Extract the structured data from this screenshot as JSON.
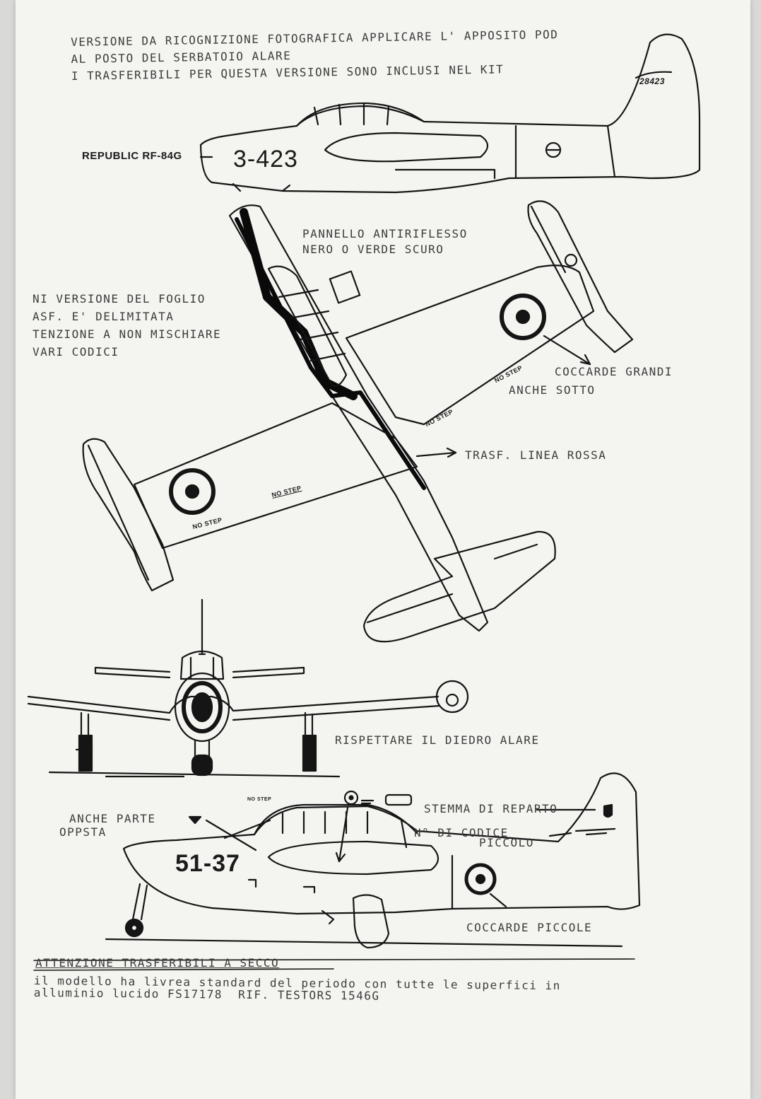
{
  "intro": {
    "line1": "VERSIONE DA RICOGNIZIONE FOTOGRAFICA APPLICARE L' APPOSITO POD",
    "line2": "AL POSTO DEL SERBATOIO ALARE",
    "line3": "I TRASFERIBILI PER QUESTA VERSIONE SONO INCLUSI NEL KIT"
  },
  "side_view_top": {
    "aircraft_label": "REPUBLIC RF-84G",
    "fuselage_code": "3-423",
    "tail_serial": "28423"
  },
  "top_view": {
    "panel_note_line1": "PANNELLO ANTIRIFLESSO",
    "panel_note_line2": "NERO O VERDE SCURO",
    "left_note_line1": "NI VERSIONE DEL FOGLIO",
    "left_note_line2": "ASF. E' DELIMITATA",
    "left_note_line3": "TENZIONE A NON MISCHIARE",
    "left_note_line4": "VARI CODICI",
    "roundel_note_line1": "COCCARDE GRANDI",
    "roundel_note_line2": "ANCHE SOTTO",
    "red_line_note": "TRASF. LINEA ROSSA",
    "no_step": "NO STEP"
  },
  "front_view": {
    "dihedral_note": "RISPETTARE IL DIEDRO ALARE"
  },
  "side_view_bottom": {
    "fuselage_code": "51-37",
    "other_side_line1": "ANCHE PARTE",
    "other_side_line2": "OPPSTA",
    "crest_note": "STEMMA DI REPARTO",
    "code_note_line1": "N° DI CODICE",
    "code_note_line2": "PICCOLO",
    "roundel_note": "COCCARDE PICCOLE",
    "no_step": "NO STEP"
  },
  "footer": {
    "heading": "ATTENZIONE TRASFERIBILI A SECCO",
    "body_line1": "il modello ha livrea standard del periodo con tutte le superfici in",
    "body_line2": "alluminio lucido FS17178  RIF. TESTORS 1546G"
  }
}
